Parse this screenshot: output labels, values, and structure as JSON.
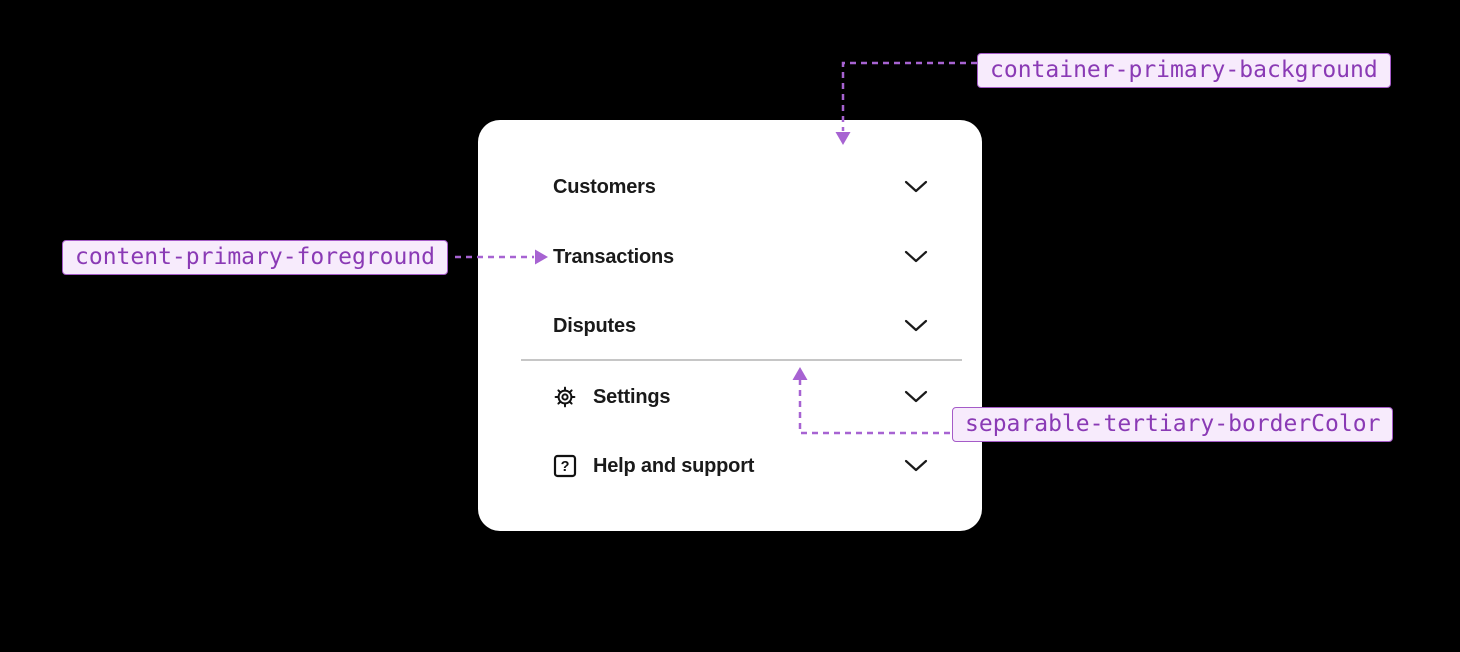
{
  "colors": {
    "page_background": "#000000",
    "card_background": "#ffffff",
    "menu_text": "#1a1a1a",
    "separator": "#c6c6c6",
    "token_text": "#8a3ab5",
    "token_background": "#f7ebfc",
    "token_border": "#a55bc8",
    "arrow": "#a763d2"
  },
  "menu": {
    "items": [
      {
        "label": "Customers",
        "icon": null
      },
      {
        "label": "Transactions",
        "icon": null
      },
      {
        "label": "Disputes",
        "icon": null
      },
      {
        "label": "Settings",
        "icon": "gear-icon"
      },
      {
        "label": "Help and support",
        "icon": "help-icon"
      }
    ]
  },
  "tokens": {
    "container": "container-primary-background",
    "content": "content-primary-foreground",
    "separator": "separable-tertiary-borderColor"
  }
}
